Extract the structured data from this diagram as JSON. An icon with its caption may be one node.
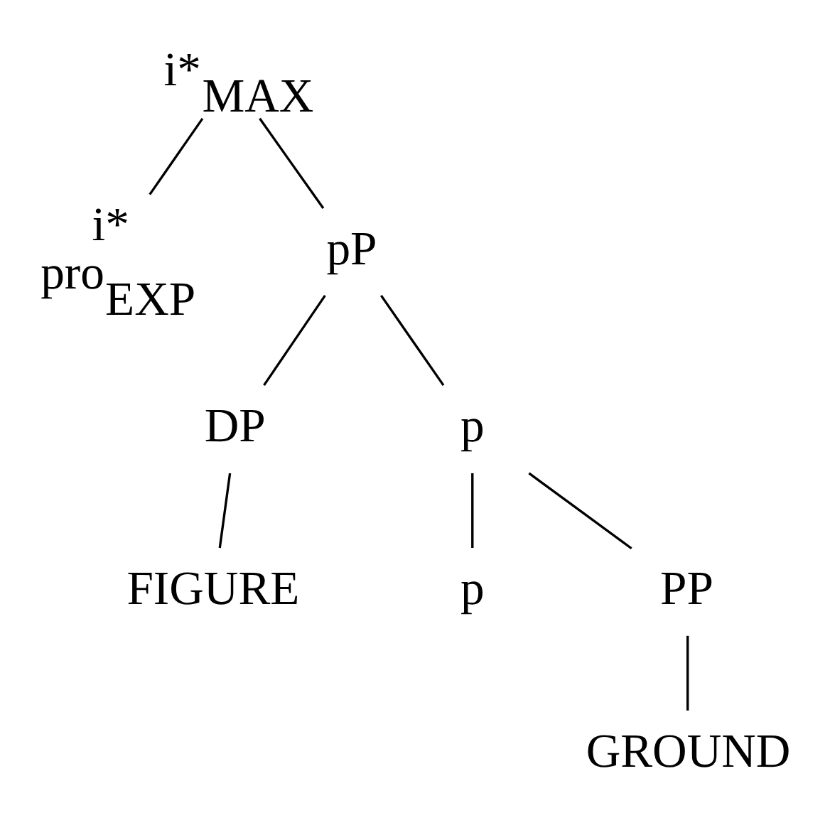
{
  "diagram": {
    "nodes": [
      {
        "text": [
          "i*$_{MAX}$"
        ]
      },
      {
        "text": [
          "i*",
          "pro$_{EXP}$"
        ]
      },
      {
        "text": [
          "pP"
        ]
      },
      {
        "text": [
          "DP"
        ]
      },
      {
        "text": [
          "p"
        ]
      },
      {
        "text": [
          "FIGURE"
        ]
      },
      {
        "text": [
          "p"
        ]
      },
      {
        "text": [
          "PP"
        ]
      },
      {
        "text": [
          "GROUND"
        ]
      }
    ],
    "edges": [
      {
        "from": 0,
        "to": 1,
        "arrow": "none"
      },
      {
        "from": 0,
        "to": 2,
        "arrow": "none"
      },
      {
        "from": 2,
        "to": 3,
        "arrow": "none"
      },
      {
        "from": 2,
        "to": 4,
        "arrow": "none"
      },
      {
        "from": 3,
        "to": 5,
        "arrow": "none"
      },
      {
        "from": 4,
        "to": 6,
        "arrow": "none"
      },
      {
        "from": 4,
        "to": 7,
        "arrow": "none"
      },
      {
        "from": 7,
        "to": 8,
        "arrow": "none"
      }
    ]
  }
}
